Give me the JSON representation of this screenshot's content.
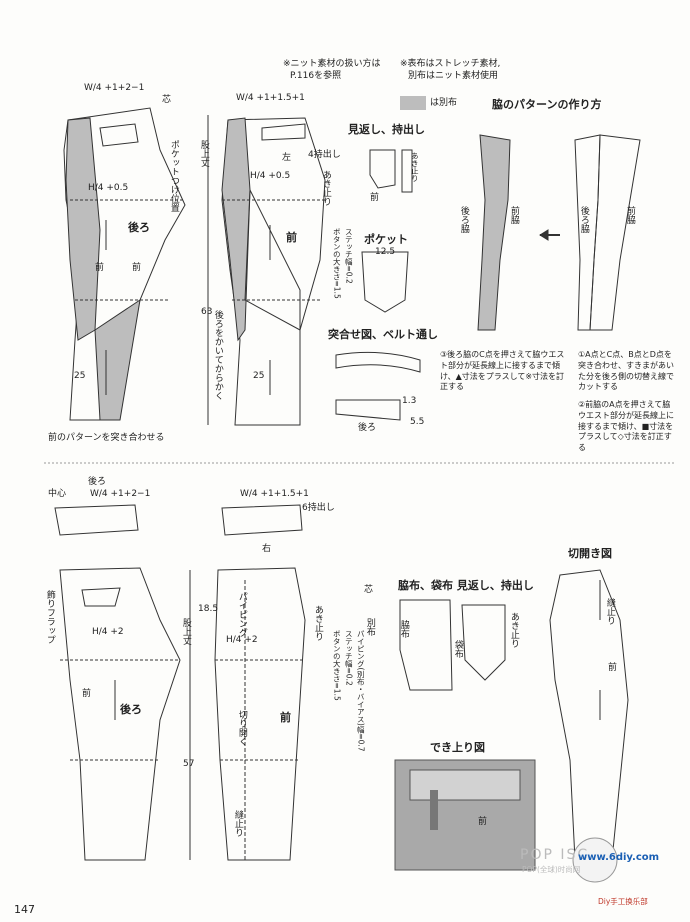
{
  "notes": {
    "knit_handling_line1": "※ニット素材の扱い方は",
    "knit_handling_line2": "P.116を参照",
    "fabric_line1": "※表布はストレッチ素材,",
    "fabric_line2": "別布はニット素材使用",
    "legend_label": "は別布"
  },
  "headings": {
    "side_pattern": "脇のパターンの作り方",
    "facing_flap": "見返し、持出し",
    "pocket": "ポケット",
    "belt_loop": "突合せ図、ベルト通し",
    "side_cloth": "脇布、袋布 見返し、持出し",
    "slash_diagram": "切開き図",
    "finished": "でき上り図"
  },
  "labels": {
    "back": "後ろ",
    "front": "前",
    "front_right": "右",
    "front_left": "左",
    "back_side": "後ろ脇",
    "front_side": "前脇",
    "waist_belt_hold": "4持出し",
    "waist_hold_6": "6持出し",
    "open_stop": "あき止り",
    "pocket_pos": "ポケットつけ位置",
    "rise": "股上丈",
    "back_curve": "後ろをかいてからかく",
    "front_match": "前のパターンを突き合わせる",
    "core": "芯",
    "center": "中心",
    "back_top": "後ろ",
    "flap": "飾りフラップ",
    "piping": "パイピング",
    "slash_open": "切り開く",
    "seam_stop": "縫止り",
    "other_cloth": "別布",
    "side_cloth": "脇布",
    "bag_cloth": "袋布",
    "button_size": "ボタンの大きさ=1.5",
    "stitch": "ステッチ幅=0.2",
    "stitch2": "ステッチ幅=0.2",
    "piping_width": "パイピング(別布・バイアス)幅=0.7",
    "button_size2": "ボタンの大きさ=1.5"
  },
  "numbers": {
    "w4_top": "W/4 +1+2−1",
    "w4_mid": "W/4 +1+1.5+1",
    "h4_05": "H/4 +0.5",
    "h4_2": "H/4 +2",
    "n_63": "63",
    "n_57": "57",
    "n_25": "25",
    "n_12_5": "12.5",
    "n_18_5": "18.5",
    "n_1_3": "1.3",
    "n_5_5": "5.5"
  },
  "captions": {
    "step3": "③後ろ脇のC点を押さえて脇ウエスト部分が延長線上に接するまで傾け、▲寸法をプラスして※寸法を訂正する",
    "step1": "①A点とC点、B点とD点を突き合わせ、すきまがあいた分を後ろ側の切替え線でカットする",
    "step2": "②前脇のA点を押さえて脇ウエスト部分が延長線上に接するまで傾け、■寸法をプラスして◇寸法を訂正する"
  },
  "footer": {
    "page_number": "147",
    "watermark_brand": "POP ISC",
    "watermark_sub": "POP(全球)时尚网",
    "site": "www.6diy.com",
    "logo_text": "Diy手工换乐部"
  }
}
